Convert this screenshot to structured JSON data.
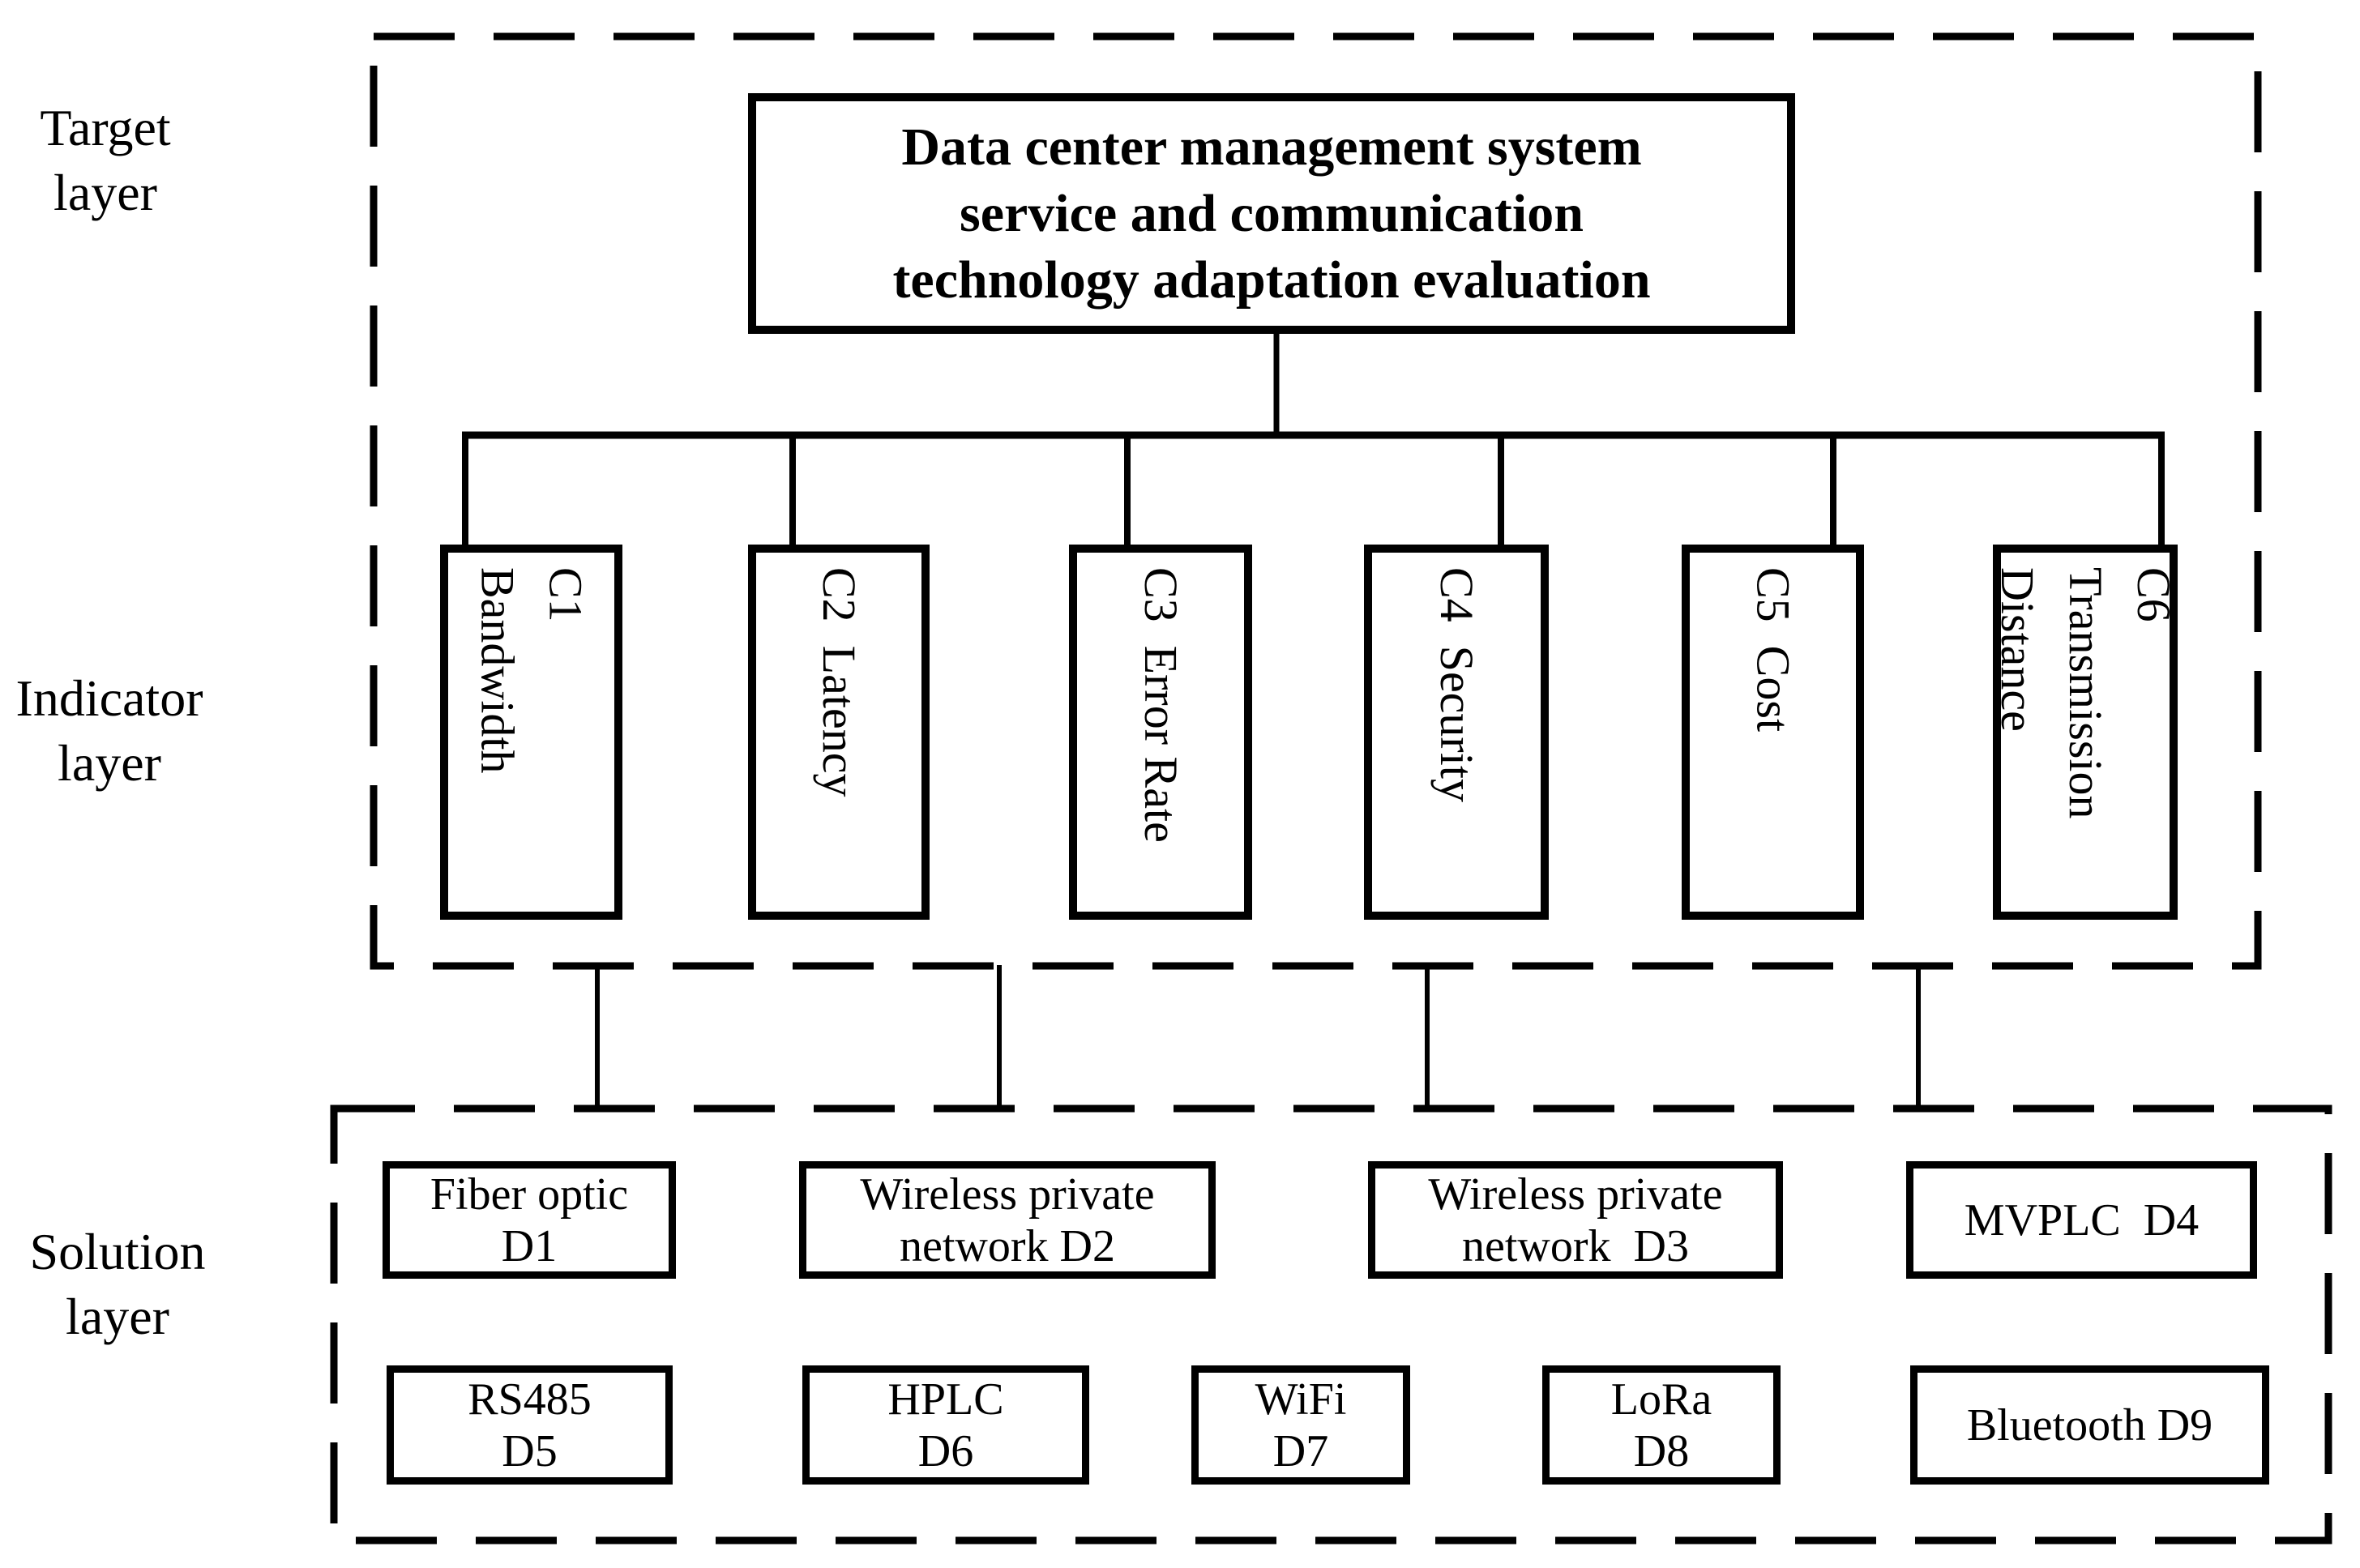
{
  "title": "Data center management system service and communication technology adaptation evaluation hierarchy diagram",
  "colors": {
    "ink": "#000000",
    "background": "#ffffff"
  },
  "labels": {
    "target": [
      "Target",
      "layer"
    ],
    "indicator": [
      "Indicator",
      "layer"
    ],
    "solution": [
      "Solution",
      "layer"
    ]
  },
  "target_box": {
    "lines": [
      "Data center management system",
      "service and communication",
      "technology adaptation evaluation"
    ]
  },
  "indicators": [
    {
      "id": "C1",
      "name": "Bandwidth",
      "lines": [
        "C1",
        "Bandwidth"
      ]
    },
    {
      "id": "C2",
      "name": "Latency",
      "lines": [
        "C2  Latency"
      ]
    },
    {
      "id": "C3",
      "name": "Error Rate",
      "lines": [
        "C3  Error Rate"
      ]
    },
    {
      "id": "C4",
      "name": "Security",
      "lines": [
        "C4  Security"
      ]
    },
    {
      "id": "C5",
      "name": "Cost",
      "lines": [
        "C5  Cost"
      ]
    },
    {
      "id": "C6",
      "name": "Transmission Distance",
      "lines": [
        "C6",
        "Transmission",
        "Distance"
      ]
    }
  ],
  "solutions": [
    {
      "id": "D1",
      "name": "Fiber optic",
      "lines": [
        "Fiber optic",
        "D1"
      ]
    },
    {
      "id": "D2",
      "name": "Wireless private network",
      "lines": [
        "Wireless private",
        "network D2"
      ]
    },
    {
      "id": "D3",
      "name": "Wireless private network",
      "lines": [
        "Wireless private",
        "network  D3"
      ]
    },
    {
      "id": "D4",
      "name": "MVPLC",
      "lines": [
        "MVPLC  D4"
      ]
    },
    {
      "id": "D5",
      "name": "RS485",
      "lines": [
        "RS485",
        "D5"
      ]
    },
    {
      "id": "D6",
      "name": "HPLC",
      "lines": [
        "HPLC",
        "D6"
      ]
    },
    {
      "id": "D7",
      "name": "WiFi",
      "lines": [
        "WiFi",
        "D7"
      ]
    },
    {
      "id": "D8",
      "name": "LoRa",
      "lines": [
        "LoRa",
        "D8"
      ]
    },
    {
      "id": "D9",
      "name": "Bluetooth",
      "lines": [
        "Bluetooth D9"
      ]
    }
  ]
}
